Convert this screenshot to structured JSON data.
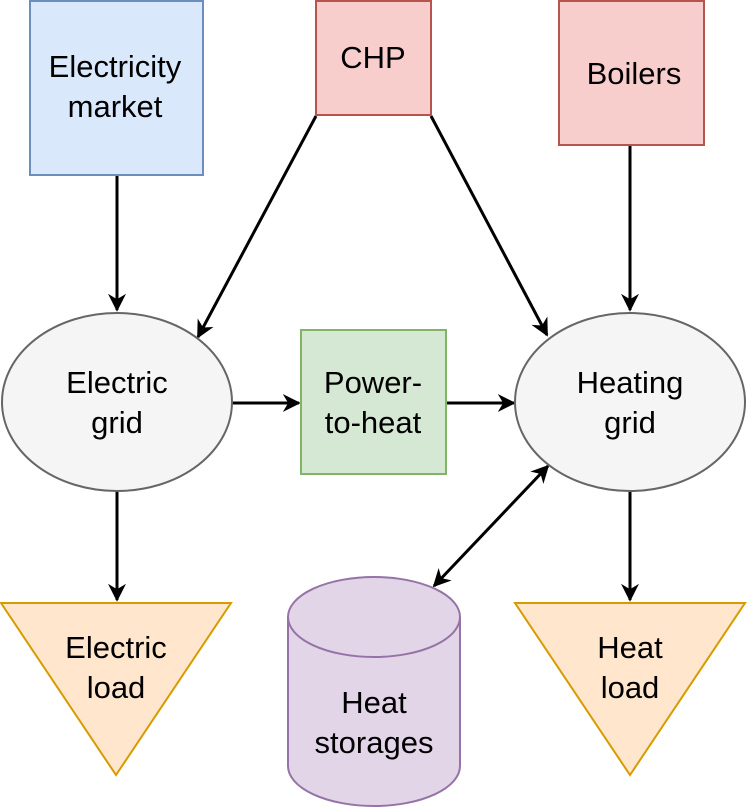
{
  "nodes": {
    "electricity_market": {
      "lines": [
        "Electricity",
        "market"
      ],
      "fill": "#dae8fc",
      "stroke": "#6c8ebf"
    },
    "chp": {
      "lines": [
        "CHP"
      ],
      "fill": "#f8cecc",
      "stroke": "#b85450"
    },
    "boilers": {
      "lines": [
        "Boilers"
      ],
      "fill": "#f8cecc",
      "stroke": "#b85450"
    },
    "electric_grid": {
      "lines": [
        "Electric",
        "grid"
      ],
      "fill": "#f5f5f5",
      "stroke": "#666666"
    },
    "power_to_heat": {
      "lines": [
        "Power-",
        "to-heat"
      ],
      "fill": "#d5e8d4",
      "stroke": "#82b366"
    },
    "heating_grid": {
      "lines": [
        "Heating",
        "grid"
      ],
      "fill": "#f5f5f5",
      "stroke": "#666666"
    },
    "electric_load": {
      "lines": [
        "Electric",
        "load"
      ],
      "fill": "#ffe6cc",
      "stroke": "#d79b00"
    },
    "heat_storages": {
      "lines": [
        "Heat",
        "storages"
      ],
      "fill": "#e1d5e7",
      "stroke": "#9673a6"
    },
    "heat_load": {
      "lines": [
        "Heat",
        "load"
      ],
      "fill": "#ffe6cc",
      "stroke": "#d79b00"
    }
  },
  "edges": [
    {
      "from": "electricity_market",
      "to": "electric_grid"
    },
    {
      "from": "chp",
      "to": "electric_grid"
    },
    {
      "from": "chp",
      "to": "heating_grid"
    },
    {
      "from": "boilers",
      "to": "heating_grid"
    },
    {
      "from": "electric_grid",
      "to": "power_to_heat"
    },
    {
      "from": "power_to_heat",
      "to": "heating_grid"
    },
    {
      "from": "electric_grid",
      "to": "electric_load"
    },
    {
      "from": "heating_grid",
      "to": "heat_load"
    },
    {
      "from": "heating_grid",
      "to": "heat_storages",
      "bidirectional": true
    }
  ]
}
